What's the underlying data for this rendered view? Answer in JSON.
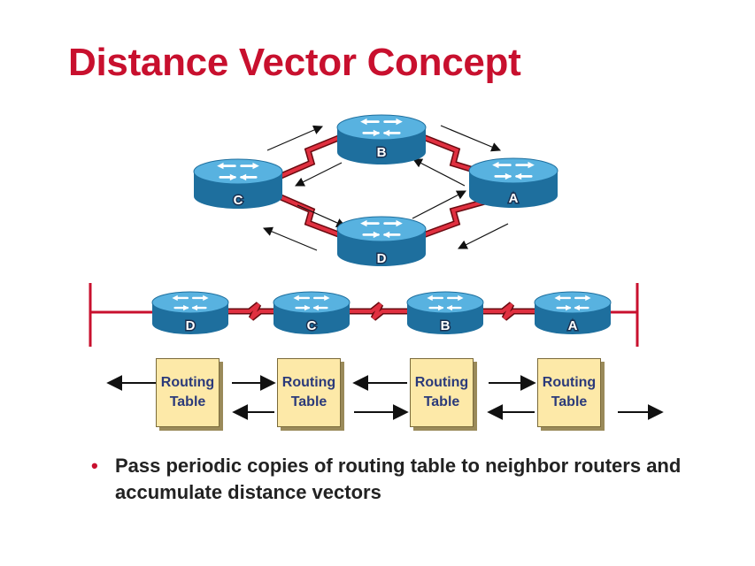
{
  "title": "Distance Vector Concept",
  "colors": {
    "title": "#c8102e",
    "router_blue": "#2a8dc2",
    "link_red": "#c81e2a",
    "table_fill": "#fde9a8",
    "table_text": "#2b3a7a"
  },
  "top_routers": {
    "B": "B",
    "C": "C",
    "A": "A",
    "D": "D"
  },
  "line_routers": [
    "D",
    "C",
    "B",
    "A"
  ],
  "routing_tables": [
    {
      "line1": "Routing",
      "line2": "Table"
    },
    {
      "line1": "Routing",
      "line2": "Table"
    },
    {
      "line1": "Routing",
      "line2": "Table"
    },
    {
      "line1": "Routing",
      "line2": "Table"
    }
  ],
  "bullet": {
    "marker": "•",
    "text": "Pass periodic copies of routing table to neighbor routers and accumulate distance vectors"
  },
  "icons": [
    "router-icon",
    "serial-link-icon",
    "arrow-icon"
  ]
}
